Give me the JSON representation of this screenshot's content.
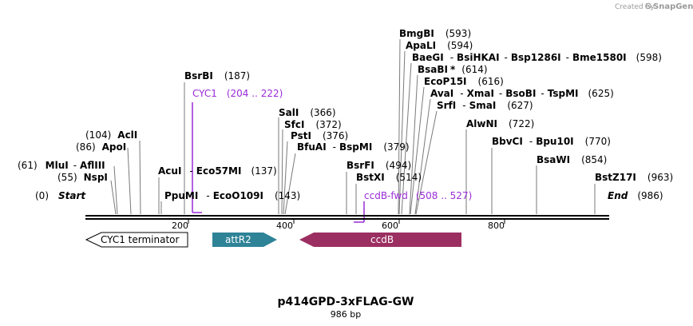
{
  "credit": {
    "prefix": "Created by",
    "brand": "SnapGene"
  },
  "plasmid": {
    "name": "p414GPD-3xFLAG-GW",
    "length_label": "986 bp"
  },
  "colors": {
    "primer": "#9a2bd8",
    "attR2": "#2e8397",
    "ccdB": "#9b2f61",
    "terminator_fill": "#ffffff"
  },
  "ruler": {
    "ticks": [
      "200",
      "400",
      "600",
      "800"
    ]
  },
  "sites": {
    "start": {
      "pos": "(0)",
      "name": "Start"
    },
    "end": {
      "name": "End",
      "pos": "(986)"
    },
    "nspI": {
      "pos": "(55)",
      "name": "NspI"
    },
    "mluI": {
      "pos": "(61)",
      "name": "MluI",
      "sep": "-",
      "name2": "AflIII"
    },
    "apoI": {
      "pos": "(86)",
      "name": "ApoI"
    },
    "aclI": {
      "pos": "(104)",
      "name": "AclI"
    },
    "ppuMI": {
      "name": "PpuMI",
      "sep": "-",
      "name2": "EcoO109I",
      "pos": "(143)"
    },
    "acuI": {
      "name": "AcuI",
      "sep": "-",
      "name2": "Eco57MI",
      "pos": "(137)"
    },
    "bsrBI": {
      "name": "BsrBI",
      "pos": "(187)"
    },
    "salI": {
      "name": "SalI",
      "pos": "(366)"
    },
    "sfcI": {
      "name": "SfcI",
      "pos": "(372)"
    },
    "pstI": {
      "name": "PstI",
      "pos": "(376)"
    },
    "bfuAI": {
      "name": "BfuAI",
      "sep": "-",
      "name2": "BspMI",
      "pos": "(379)"
    },
    "bsrFI": {
      "name": "BsrFI",
      "pos": "(494)"
    },
    "bstXI": {
      "name": "BstXI",
      "pos": "(514)"
    },
    "bmgBI": {
      "name": "BmgBI",
      "pos": "(593)"
    },
    "apaLI": {
      "name": "ApaLI",
      "pos": "(594)"
    },
    "baeGI": {
      "name": "BaeGI",
      "sep": "-",
      "name2": "BsiHKAI",
      "sep2": "-",
      "name3": "Bsp1286I",
      "sep3": "-",
      "name4": "Bme1580I",
      "pos": "(598)"
    },
    "bsaBI": {
      "name": "BsaBI",
      "star": "*",
      "pos": "(614)"
    },
    "ecoP15I": {
      "name": "EcoP15I",
      "pos": "(616)"
    },
    "avaI": {
      "name": "AvaI",
      "sep": "-",
      "name2": "XmaI",
      "sep2": "-",
      "name3": "BsoBI",
      "sep3": "-",
      "name4": "TspMI",
      "pos": "(625)"
    },
    "srfI": {
      "name": "SrfI",
      "sep": "-",
      "name2": "SmaI",
      "pos": "(627)"
    },
    "alwNI": {
      "name": "AlwNI",
      "pos": "(722)"
    },
    "bbvCI": {
      "name": "BbvCI",
      "sep": "-",
      "name2": "Bpu10I",
      "pos": "(770)"
    },
    "bsaWI": {
      "name": "BsaWI",
      "pos": "(854)"
    },
    "bstZ17I": {
      "name": "BstZ17I",
      "pos": "(963)"
    }
  },
  "primers": {
    "cyc1": {
      "name": "CYC1",
      "range": "(204 .. 222)"
    },
    "ccdb_fwd": {
      "name": "ccdB-fwd",
      "range": "(508 .. 527)"
    }
  },
  "features": {
    "terminator": {
      "label": "CYC1 terminator"
    },
    "attR2": {
      "label": "attR2"
    },
    "ccdB": {
      "label": "ccdB"
    }
  }
}
